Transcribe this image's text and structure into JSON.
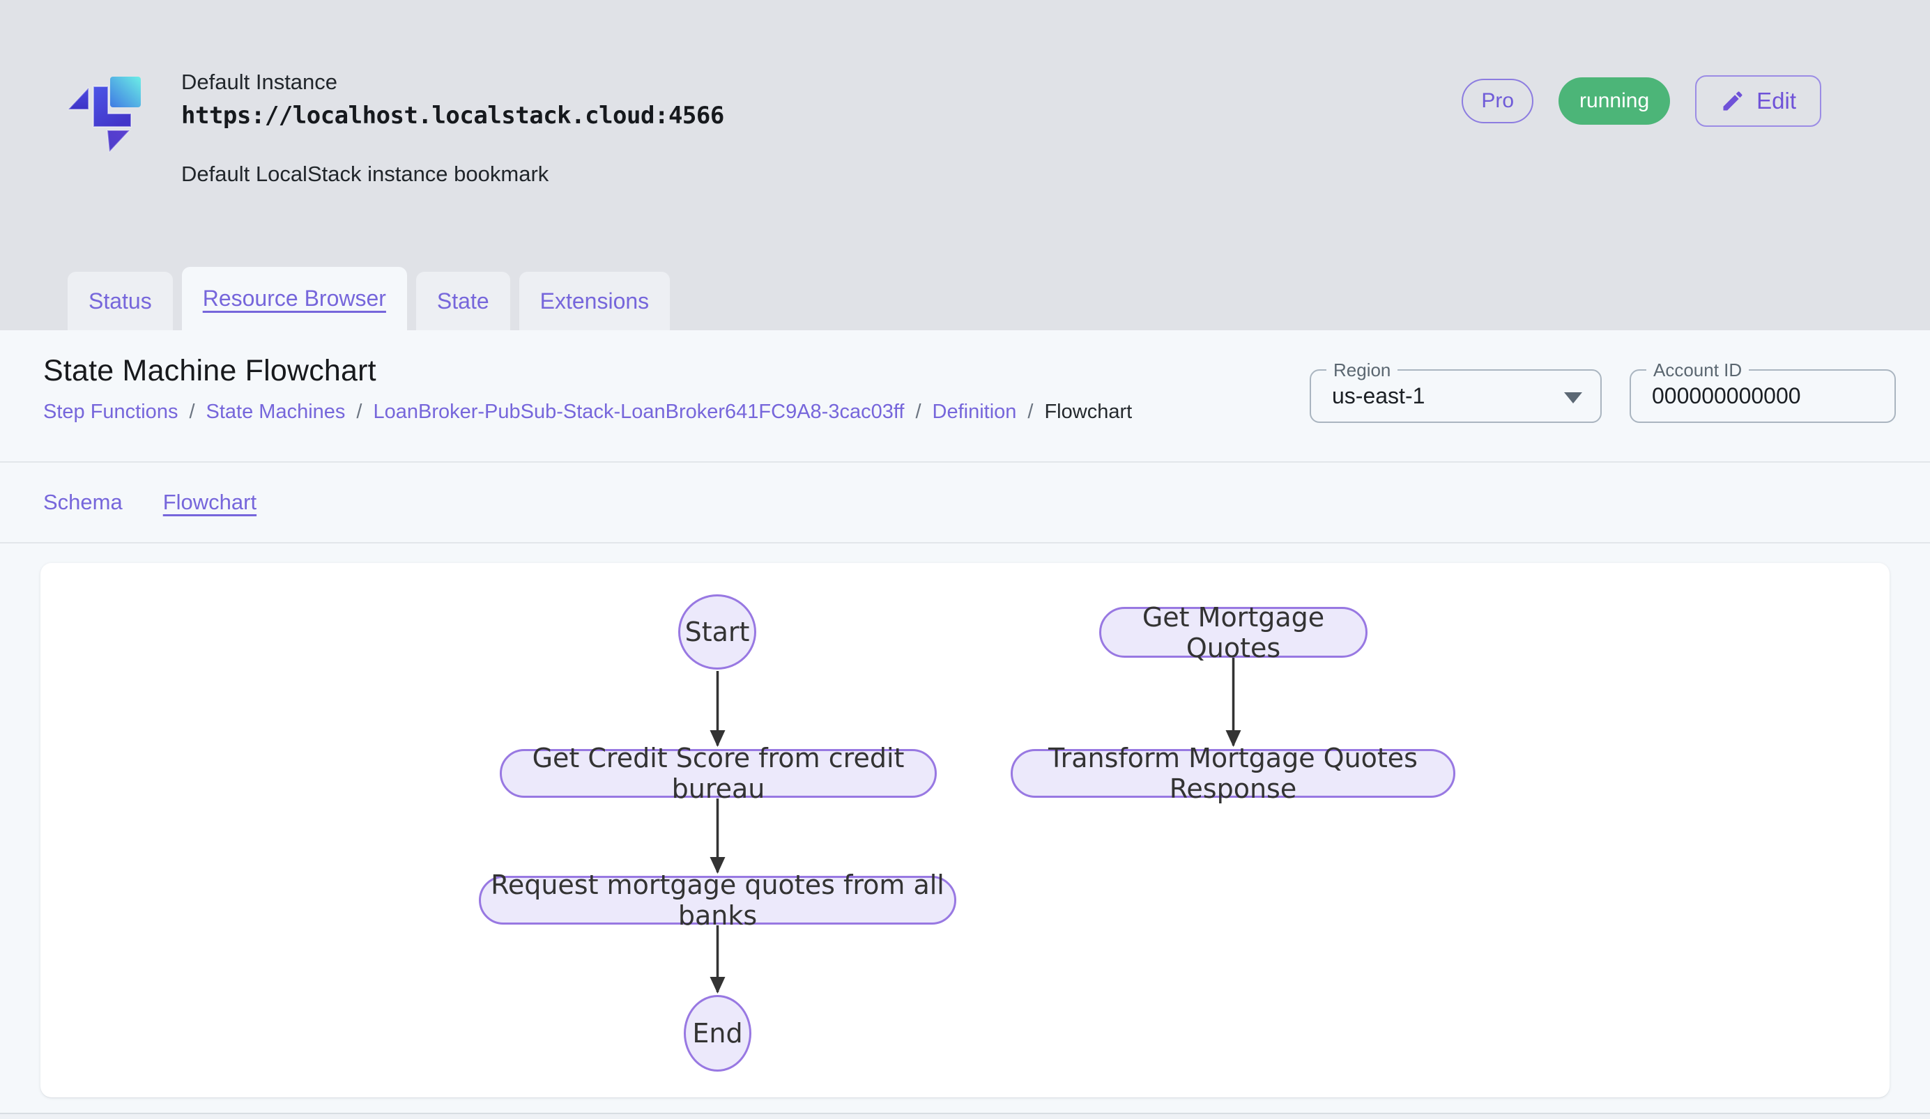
{
  "header": {
    "instance_name": "Default Instance",
    "instance_url": "https://localhost.localstack.cloud:4566",
    "instance_description": "Default LocalStack instance bookmark",
    "pro_badge": "Pro",
    "status_badge": "running",
    "edit_button": "Edit"
  },
  "tabs": [
    {
      "label": "Status",
      "active": false
    },
    {
      "label": "Resource Browser",
      "active": true
    },
    {
      "label": "State",
      "active": false
    },
    {
      "label": "Extensions",
      "active": false
    }
  ],
  "page": {
    "title": "State Machine Flowchart",
    "breadcrumb_separator": "/",
    "breadcrumb": [
      {
        "label": "Step Functions"
      },
      {
        "label": "State Machines"
      },
      {
        "label": "LoanBroker-PubSub-Stack-LoanBroker641FC9A8-3cac03ff"
      },
      {
        "label": "Definition"
      },
      {
        "label": "Flowchart"
      }
    ],
    "region": {
      "label": "Region",
      "value": "us-east-1"
    },
    "account_id": {
      "label": "Account ID",
      "value": "000000000000"
    }
  },
  "subtabs": [
    {
      "label": "Schema",
      "active": false
    },
    {
      "label": "Flowchart",
      "active": true
    }
  ],
  "flowchart": {
    "nodes": [
      {
        "id": "start",
        "label": "Start",
        "shape": "ellipse"
      },
      {
        "id": "get-credit-score",
        "label": "Get Credit Score from credit bureau",
        "shape": "stadium"
      },
      {
        "id": "request-quotes",
        "label": "Request mortgage quotes from all banks",
        "shape": "stadium"
      },
      {
        "id": "end",
        "label": "End",
        "shape": "ellipse"
      },
      {
        "id": "get-mortgage-quotes",
        "label": "Get Mortgage Quotes",
        "shape": "stadium"
      },
      {
        "id": "transform-response",
        "label": "Transform Mortgage Quotes Response",
        "shape": "stadium"
      }
    ],
    "edges": [
      {
        "from": "start",
        "to": "get-credit-score"
      },
      {
        "from": "get-credit-score",
        "to": "request-quotes"
      },
      {
        "from": "request-quotes",
        "to": "end"
      },
      {
        "from": "get-mortgage-quotes",
        "to": "transform-response"
      }
    ]
  },
  "colors": {
    "accent_purple": "#7666db",
    "status_green": "#4cb578",
    "node_fill": "#ece9fb",
    "node_stroke": "#9878e2",
    "edge_stroke": "#333333",
    "page_background": "#e0e2e7",
    "panel_background": "#f5f8fb"
  },
  "icons": {
    "logo": "localstack-logo",
    "edit": "pencil-icon",
    "region_caret": "dropdown-caret-icon"
  }
}
